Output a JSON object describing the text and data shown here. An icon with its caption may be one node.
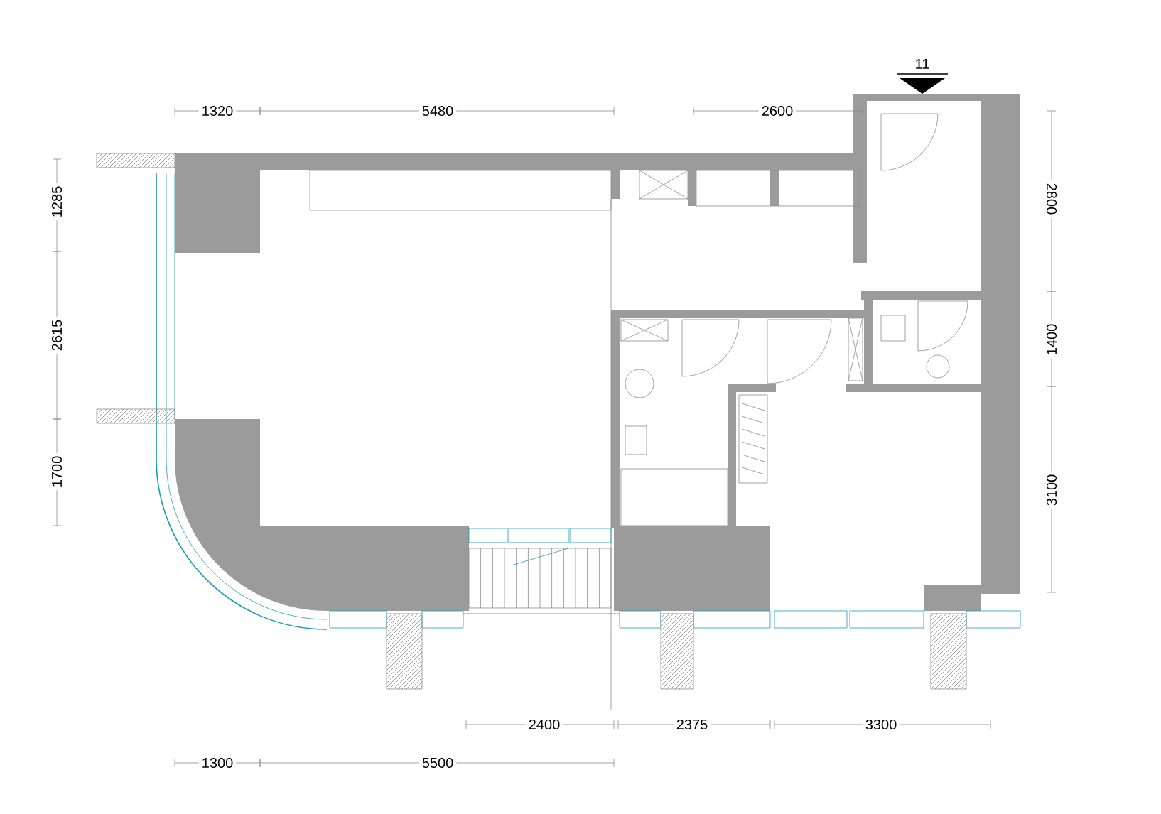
{
  "diagram": {
    "labels": [
      "11",
      "1320",
      "5480",
      "2600",
      "1285",
      "2800",
      "2615",
      "1400",
      "1700",
      "3100",
      "2400",
      "2375",
      "3300",
      "1300",
      "5500"
    ]
  }
}
